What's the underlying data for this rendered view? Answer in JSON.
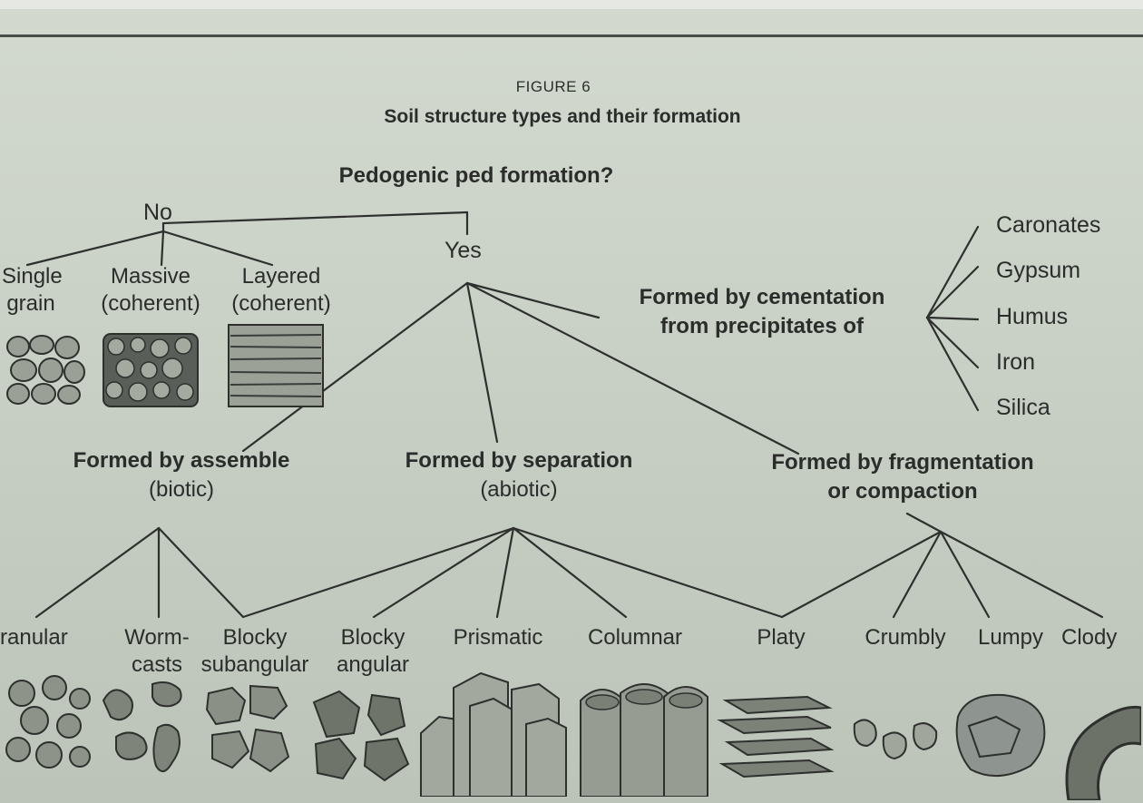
{
  "figure": {
    "number": "FIGURE 6",
    "title": "Soil structure types and their formation"
  },
  "question": "Pedogenic ped formation?",
  "branches": {
    "no": "No",
    "yes": "Yes"
  },
  "no_types": [
    {
      "line1": "Single",
      "line2": "grain"
    },
    {
      "line1": "Massive",
      "line2": "(coherent)"
    },
    {
      "line1": "Layered",
      "line2": "(coherent)"
    }
  ],
  "cementation": {
    "line1": "Formed by cementation",
    "line2": "from precipitates of",
    "minerals": [
      "Caronates",
      "Gypsum",
      "Humus",
      "Iron",
      "Silica"
    ]
  },
  "processes": {
    "assemble": {
      "line1": "Formed by assemble",
      "line2": "(biotic)"
    },
    "separation": {
      "line1": "Formed by separation",
      "line2": "(abiotic)"
    },
    "fragmentation": {
      "line1": "Formed by fragmentation",
      "line2": "or compaction"
    }
  },
  "structures": [
    {
      "line1": "ranular",
      "line2": ""
    },
    {
      "line1": "Worm-",
      "line2": "casts"
    },
    {
      "line1": "Blocky",
      "line2": "subangular"
    },
    {
      "line1": "Blocky",
      "line2": "angular"
    },
    {
      "line1": "Prismatic",
      "line2": ""
    },
    {
      "line1": "Columnar",
      "line2": ""
    },
    {
      "line1": "Platy",
      "line2": ""
    },
    {
      "line1": "Crumbly",
      "line2": ""
    },
    {
      "line1": "Lumpy",
      "line2": ""
    },
    {
      "line1": "Clody",
      "line2": ""
    }
  ],
  "colors": {
    "ink": "#2b2d2b",
    "paper": "#c9d0c6",
    "rule": "#4a4e4a"
  }
}
